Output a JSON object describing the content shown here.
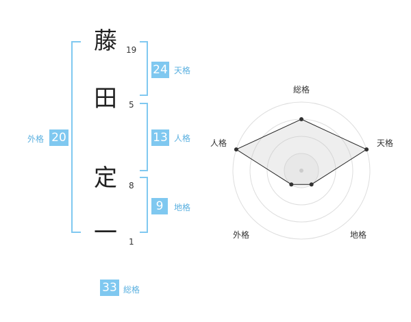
{
  "name": {
    "chars": [
      "藤",
      "田",
      "定",
      "一"
    ],
    "strokes": [
      "19",
      "5",
      "8",
      "1"
    ]
  },
  "kakusu": {
    "tenkaku": {
      "value": "24",
      "label": "天格"
    },
    "jinkaku": {
      "value": "13",
      "label": "人格"
    },
    "chikaku": {
      "value": "9",
      "label": "地格"
    },
    "gaikaku": {
      "value": "20",
      "label": "外格"
    },
    "soukaku": {
      "value": "33",
      "label": "総格"
    }
  },
  "radar": {
    "labels": {
      "top": "総格",
      "right": "天格",
      "bottom_right": "地格",
      "bottom_left": "外格",
      "left": "人格"
    },
    "levels": 4,
    "scores": {
      "総格": 3,
      "天格": 4,
      "地格": 1,
      "外格": 1,
      "人格": 4
    }
  },
  "colors": {
    "accent": "#7fc8f0",
    "label": "#5ab0e0"
  }
}
